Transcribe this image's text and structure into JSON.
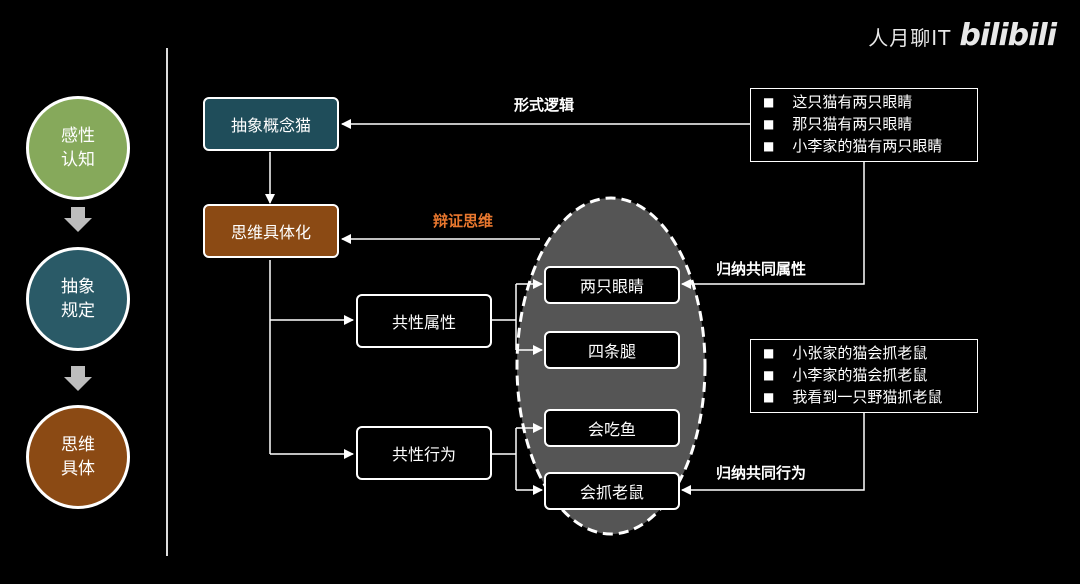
{
  "watermark": {
    "channel": "人月聊IT",
    "brand": "bilibili"
  },
  "stages": [
    {
      "label": "感性\n认知",
      "color": "#86a95b"
    },
    {
      "label": "抽象\n规定",
      "color": "#2a5a67"
    },
    {
      "label": "思维\n具体",
      "color": "#8b4a14"
    }
  ],
  "nodes": {
    "abstract_cat": {
      "label": "抽象概念猫",
      "color": "#1f4d5a"
    },
    "concretize": {
      "label": "思维具体化",
      "color": "#8b4a14"
    },
    "common_attr": {
      "label": "共性属性"
    },
    "common_behavior": {
      "label": "共性行为"
    },
    "two_eyes": {
      "label": "两只眼睛"
    },
    "four_legs": {
      "label": "四条腿"
    },
    "eat_fish": {
      "label": "会吃鱼"
    },
    "catch_mouse": {
      "label": "会抓老鼠"
    }
  },
  "edge_labels": {
    "formal_logic": "形式逻辑",
    "dialectical": "辩证思维",
    "induce_attr": "归纳共同属性",
    "induce_behavior": "归纳共同行为"
  },
  "lists": {
    "attr_examples": [
      "这只猫有两只眼睛",
      "那只猫有两只眼睛",
      "小李家的猫有两只眼睛"
    ],
    "behavior_examples": [
      "小张家的猫会抓老鼠",
      "小李家的猫会抓老鼠",
      "我看到一只野猫抓老鼠"
    ]
  },
  "colors": {
    "dialectical_label": "#e8772e",
    "ellipse_fill": "#555555"
  }
}
